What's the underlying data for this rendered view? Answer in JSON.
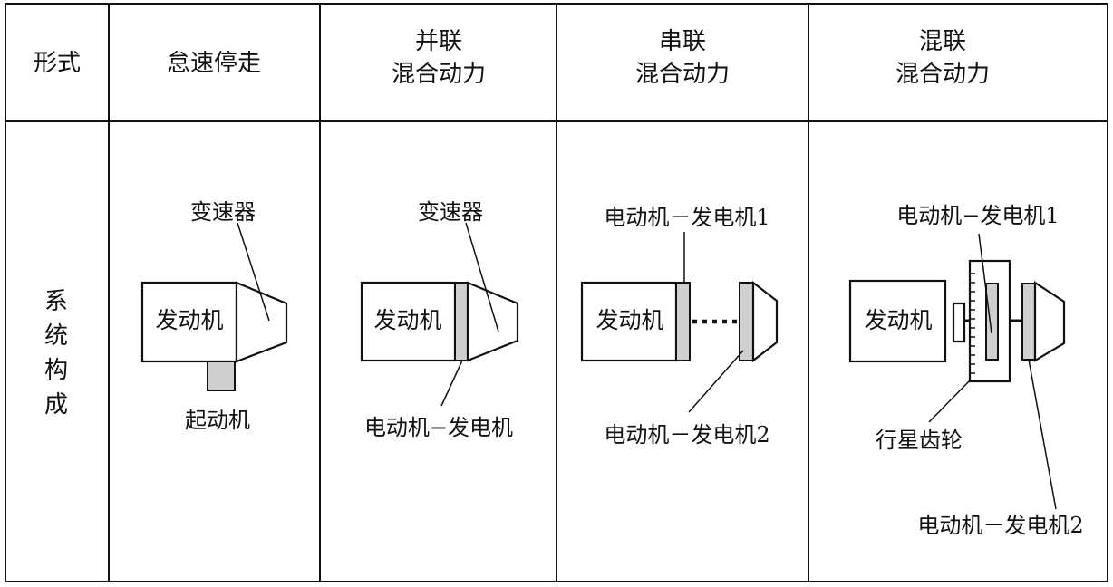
{
  "header": {
    "col0": "形式",
    "col1": "怠速停走",
    "col2": [
      "并联",
      "混合动力"
    ],
    "col3": [
      "串联",
      "混合动力"
    ],
    "col4": [
      "混联",
      "混合动力"
    ]
  },
  "row_label": [
    "系",
    "统",
    "构",
    "成"
  ],
  "idle_stop": {
    "transmission": "变速器",
    "engine": "发动机",
    "starter": "起动机"
  },
  "parallel": {
    "transmission": "变速器",
    "engine": "发动机",
    "motor_generator": "电动机−发电机"
  },
  "series": {
    "mg1": "电动机－发电机1",
    "engine": "发动机",
    "mg2": "电动机－发电机2"
  },
  "mixed": {
    "mg1": "电动机−发电机1",
    "engine": "发动机",
    "planetary_gear": "行星齿轮",
    "mg2": "电动机－发电机2"
  }
}
